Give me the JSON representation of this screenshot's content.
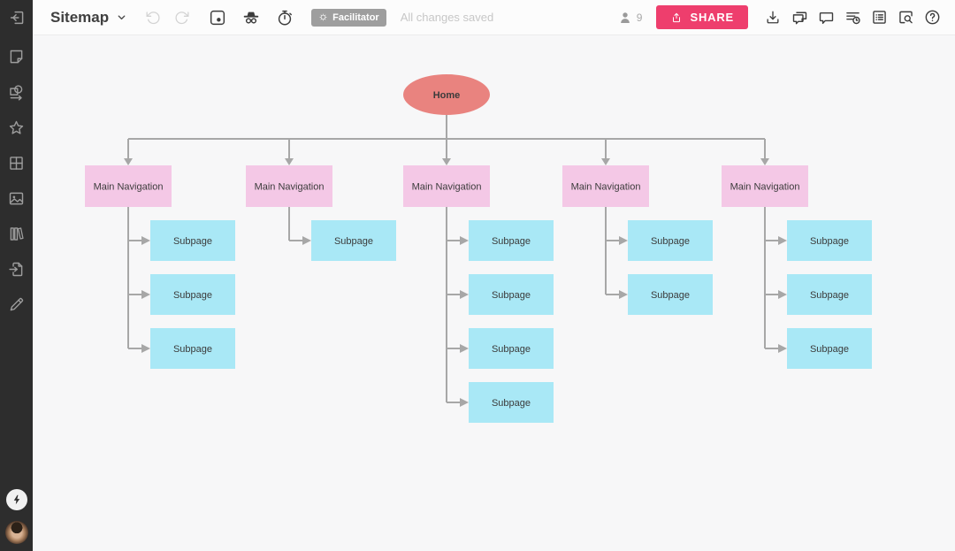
{
  "topbar": {
    "title": "Sitemap",
    "facilitator_badge": "Facilitator",
    "status": "All changes saved",
    "collaborators_count": "9",
    "share_label": "SHARE",
    "left_icons": [
      "back-exit-icon",
      "chevron-down-icon",
      "undo-icon",
      "redo-icon",
      "dot-in-square-icon",
      "incognito-icon",
      "stopwatch-icon"
    ],
    "right_icons": [
      "person-icon",
      "export-download-icon",
      "comments-icon",
      "chat-bubble-icon",
      "activity-feed-icon",
      "outline-list-icon",
      "find-magnifier-icon",
      "help-icon"
    ]
  },
  "sidebar": {
    "tool_icons": [
      "sticky-note-icon",
      "shapes-connectors-icon",
      "star-icon",
      "frameworks-grid-icon",
      "image-icon",
      "library-books-icon",
      "import-file-icon",
      "draw-pencil-icon"
    ],
    "bottom_icons": [
      "lightning-bolt-icon",
      "user-avatar"
    ]
  },
  "sitemap": {
    "root_label": "Home",
    "columns": [
      {
        "label": "Main Navigation",
        "subpages": [
          "Subpage",
          "Subpage",
          "Subpage"
        ]
      },
      {
        "label": "Main Navigation",
        "subpages": [
          "Subpage"
        ]
      },
      {
        "label": "Main Navigation",
        "subpages": [
          "Subpage",
          "Subpage",
          "Subpage",
          "Subpage"
        ]
      },
      {
        "label": "Main Navigation",
        "subpages": [
          "Subpage",
          "Subpage"
        ]
      },
      {
        "label": "Main Navigation",
        "subpages": [
          "Subpage",
          "Subpage",
          "Subpage"
        ]
      }
    ]
  },
  "colors": {
    "share_button": "#ee3e6d",
    "sidebar_bg": "#2d2d2d",
    "topbar_bg": "#fcfcfc",
    "canvas_bg": "#f7f7f8",
    "connector": "#a7a7a7",
    "root_fill": "#e9837f",
    "nav_fill": "#f4c8e6",
    "subpage_fill": "#a9e8f6",
    "node_text": "#3b3b3b",
    "badge_bg": "#9e9e9e"
  }
}
